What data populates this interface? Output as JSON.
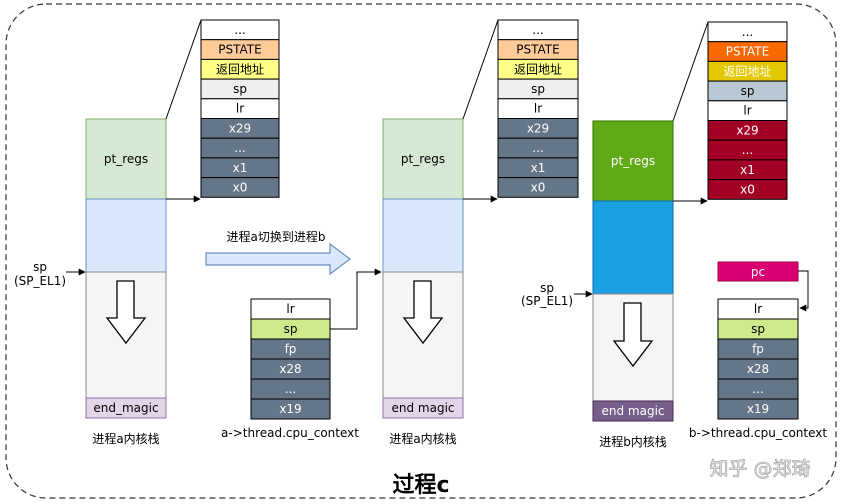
{
  "title": "过程c",
  "watermark": "知乎 @郑琦",
  "colors": {
    "pt_regs_a": "#d5e8d4",
    "pt_regs_b": "#60a917",
    "blue_a": "#dae8fc",
    "blue_b": "#1ba1e2",
    "stack_fill": "#f5f5f5",
    "end_magic_a": "#e1d5e7",
    "end_magic_b": "#76608a",
    "pstate_a": "#ffcc99",
    "ret_a": "#ffff88",
    "sp_a": "#eeeeee",
    "slate": "#647687",
    "green_sp": "#cdeb8b",
    "pstate_b": "#fa6800",
    "ret_b": "#e3c800",
    "sp_b": "#bac8d3",
    "crimson": "#a20025",
    "pc": "#d80073"
  },
  "stack_a1": {
    "pt_regs": "pt_regs",
    "end_magic": "end_magic",
    "caption": "进程a内核栈",
    "sp_label_1": "sp",
    "sp_label_2": "(SP_EL1)"
  },
  "regs_a1": [
    "...",
    "PSTATE",
    "返回地址",
    "sp",
    "lr",
    "x29",
    "...",
    "x1",
    "x0"
  ],
  "switch_label": "进程a切换到进程b",
  "ctx_a": {
    "regs": [
      "lr",
      "sp",
      "fp",
      "x28",
      "...",
      "x19"
    ],
    "caption": "a->thread.cpu_context"
  },
  "stack_a2": {
    "pt_regs": "pt_regs",
    "end_magic": "end magic",
    "caption": "进程a内核栈"
  },
  "regs_a2": [
    "...",
    "PSTATE",
    "返回地址",
    "sp",
    "lr",
    "x29",
    "...",
    "x1",
    "x0"
  ],
  "stack_b": {
    "pt_regs": "pt_regs",
    "end_magic": "end magic",
    "caption": "进程b内核栈",
    "sp_label_1": "sp",
    "sp_label_2": "(SP_EL1)"
  },
  "regs_b": [
    "...",
    "PSTATE",
    "返回地址",
    "sp",
    "lr",
    "x29",
    "...",
    "x1",
    "x0"
  ],
  "ctx_b": {
    "pc": "pc",
    "regs": [
      "lr",
      "sp",
      "fp",
      "x28",
      "...",
      "x19"
    ],
    "caption": "b->thread.cpu_context"
  }
}
